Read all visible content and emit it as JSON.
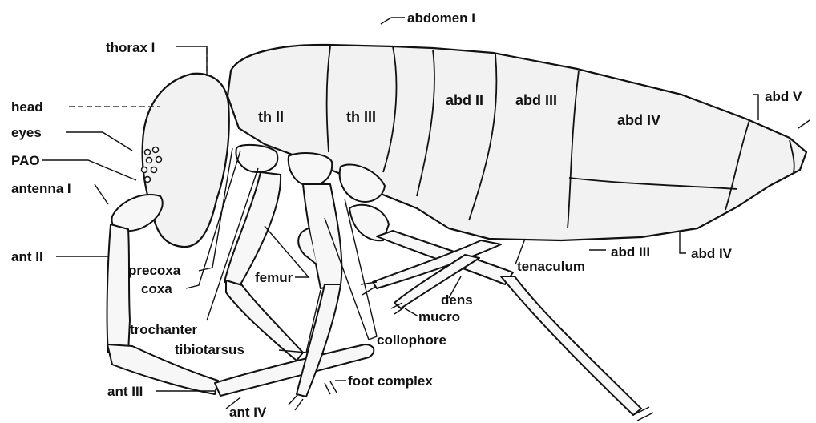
{
  "labels": {
    "abdomen_i": "abdomen I",
    "thorax_i": "thorax I",
    "head": "head",
    "eyes": "eyes",
    "pao": "PAO",
    "antenna_i": "antenna I",
    "ant_ii": "ant II",
    "precoxa": "precoxa",
    "coxa": "coxa",
    "femur": "femur",
    "trochanter": "trochanter",
    "tibiotarsus": "tibiotarsus",
    "ant_iii": "ant III",
    "ant_iv": "ant IV",
    "th_ii": "th II",
    "th_iii": "th III",
    "abd_ii": "abd II",
    "abd_iii_body": "abd III",
    "abd_iv_body": "abd IV",
    "abd_v": "abd V",
    "tenaculum": "tenaculum",
    "abd_iii": "abd III",
    "abd_iv": "abd IV",
    "dens": "dens",
    "mucro": "mucro",
    "collophore": "collophore",
    "foot_complex": "foot complex"
  },
  "colors": {
    "ink": "#111111",
    "paper": "#ffffff"
  }
}
